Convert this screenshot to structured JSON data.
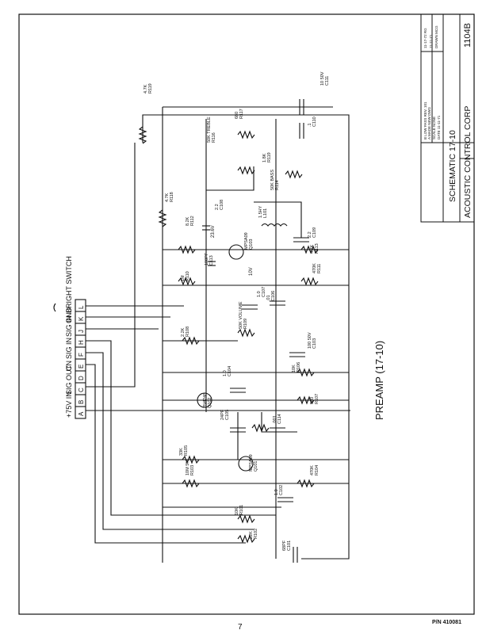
{
  "title_block": {
    "company": "ACOUSTIC CONTROL CORP",
    "drawing_number": "1104B",
    "title": "SCHEMATIC 17-10",
    "notes": [
      "B LOW PASS REV. 101",
      "A MADE NEW DWG",
      "SCALE NONE",
      "DATE 11-11-71"
    ],
    "approvals": [
      "11-17-72 RG",
      "11-11-71",
      "DRAWN MCG"
    ]
  },
  "diagram_label": "PREAMP (17-10)",
  "connector": {
    "letters": [
      "A",
      "B",
      "C",
      "D",
      "E",
      "F",
      "H",
      "J",
      "K",
      "L"
    ],
    "labels": {
      "A": "+75V IN",
      "C": "SIG OUT",
      "E": "CN",
      "H": "SIG IN",
      "J": "SIG IN",
      "K": "GND",
      "L": "BRIGHT SWITCH"
    }
  },
  "components": [
    {
      "ref": "R119",
      "value": "4.7K"
    },
    {
      "ref": "R118",
      "value": "4.7K"
    },
    {
      "ref": "R116",
      "value": "50K TREBLE"
    },
    {
      "ref": "R117",
      "value": "680"
    },
    {
      "ref": "R119",
      "value": "1.8K"
    },
    {
      "ref": "R114",
      "value": "50K BASS"
    },
    {
      "ref": "L101",
      "value": "1.5HY"
    },
    {
      "ref": "C111",
      "value": "10 50V"
    },
    {
      "ref": "C110",
      "value": ".1"
    },
    {
      "ref": "C108",
      "value": "2.2"
    },
    {
      "ref": "R112",
      "value": "8.2K"
    },
    {
      "ref": "C113",
      "value": "100PF"
    },
    {
      "ref": "Q103",
      "value": "MPSA09"
    },
    {
      "ref": "C109",
      "value": "2.2"
    },
    {
      "ref": "R113",
      "value": "4.7K"
    },
    {
      "ref": "R110",
      "value": "1M"
    },
    {
      "ref": "R111",
      "value": "470K"
    },
    {
      "ref": "C106",
      "value": ".01"
    },
    {
      "ref": "C107",
      "value": "1.0"
    },
    {
      "ref": "R108",
      "value": "2.2K"
    },
    {
      "ref": "R109",
      "value": "50K VOLUME"
    },
    {
      "ref": "C103",
      "value": "100 50V"
    },
    {
      "ref": "C104",
      "value": "1.0"
    },
    {
      "ref": "Q102",
      "value": "2N4248"
    },
    {
      "ref": "R106",
      "value": "10K"
    },
    {
      "ref": "R107",
      "value": "560"
    },
    {
      "ref": "C105",
      "value": "24PF"
    },
    {
      "ref": "C114",
      "value": ".001"
    },
    {
      "ref": "R105",
      "value": "33K"
    },
    {
      "ref": "Q101",
      "value": "MPSA09"
    },
    {
      "ref": "R103",
      "value": "10M 5%"
    },
    {
      "ref": "R104",
      "value": "470K"
    },
    {
      "ref": "C102",
      "value": "1.0"
    },
    {
      "ref": "R101",
      "value": "10K"
    },
    {
      "ref": "R102",
      "value": "22K"
    },
    {
      "ref": "C101",
      "value": "68PF"
    }
  ],
  "supply_label": "23.6V",
  "test_voltage": "10V",
  "page_number": "7",
  "part_number": "P/N 410081"
}
